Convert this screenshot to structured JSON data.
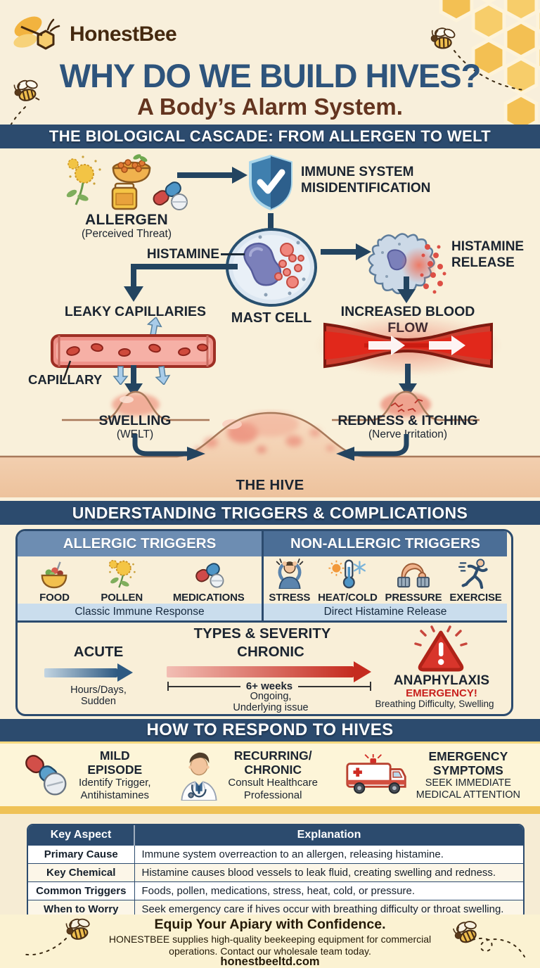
{
  "colors": {
    "banner_navy": "#2c4b6e",
    "title_blue": "#2e547c",
    "subtitle_brown": "#63341f",
    "brand_brown": "#45290f",
    "accent_gold": "#efc257",
    "emergency_red": "#c8201d",
    "background_cream": "#f8efdb"
  },
  "brand": {
    "name": "HonestBee"
  },
  "header": {
    "title": "WHY DO WE BUILD HIVES?",
    "subtitle": "A Body’s Alarm System."
  },
  "banners": {
    "cascade": "THE BIOLOGICAL CASCADE: FROM ALLERGEN TO WELT",
    "triggers": "UNDERSTANDING TRIGGERS & COMPLICATIONS",
    "respond": "HOW TO RESPOND TO HIVES"
  },
  "cascade": {
    "allergen_label": "ALLERGEN",
    "allergen_sub": "(Perceived Threat)",
    "immune_label": "IMMUNE SYSTEM\nMISIDENTIFICATION",
    "histamine_label": "HISTAMINE",
    "mast_cell_label": "MAST CELL",
    "release_label": "HISTAMINE\nRELEASE",
    "leaky_label": "LEAKY CAPILLARIES",
    "blood_flow_label": "INCREASED BLOOD FLOW",
    "capillary_label": "CAPILLARY",
    "swelling_label": "SWELLING",
    "swelling_sub": "(WELT)",
    "redness_label": "REDNESS & ITCHING",
    "redness_sub": "(Nerve Irritation)",
    "hive_label": "THE HIVE"
  },
  "triggers": {
    "allergic": {
      "title": "ALLERGIC TRIGGERS",
      "items": [
        {
          "label": "FOOD",
          "icon": "food-bowl-icon"
        },
        {
          "label": "POLLEN",
          "icon": "pollen-flower-icon"
        },
        {
          "label": "MEDICATIONS",
          "icon": "medication-capsule-icon"
        }
      ],
      "footer": "Classic Immune Response"
    },
    "non_allergic": {
      "title": "NON-ALLERGIC TRIGGERS",
      "items": [
        {
          "label": "STRESS",
          "icon": "stress-person-icon"
        },
        {
          "label": "HEAT/COLD",
          "icon": "thermometer-icon"
        },
        {
          "label": "PRESSURE",
          "icon": "pressure-arm-icon"
        },
        {
          "label": "EXERCISE",
          "icon": "runner-icon"
        }
      ],
      "footer": "Direct Histamine Release"
    }
  },
  "severity": {
    "title": "TYPES & SEVERITY",
    "acute": {
      "label": "ACUTE",
      "sub": "Hours/Days,\nSudden"
    },
    "chronic": {
      "label": "CHRONIC",
      "duration": "6+ weeks",
      "sub": "Ongoing,\nUnderlying issue"
    },
    "anaphylaxis": {
      "label": "ANAPHYLAXIS",
      "alert": "EMERGENCY!",
      "sub": "Breathing Difficulty, Swelling"
    }
  },
  "respond": {
    "items": [
      {
        "title": "MILD\nEPISODE",
        "desc": "Identify Trigger,\nAntihistamines",
        "icon": "pills-icon"
      },
      {
        "title": "RECURRING/\nCHRONIC",
        "desc": "Consult Healthcare\nProfessional",
        "icon": "doctor-icon"
      },
      {
        "title": "EMERGENCY\nSYMPTOMS",
        "desc": "SEEK IMMEDIATE\nMEDICAL ATTENTION",
        "icon": "ambulance-icon"
      }
    ]
  },
  "table": {
    "headers": [
      "Key Aspect",
      "Explanation"
    ],
    "rows": [
      {
        "aspect": "Primary Cause",
        "explanation": "Immune system overreaction to an allergen, releasing histamine."
      },
      {
        "aspect": "Key Chemical",
        "explanation": "Histamine causes blood vessels to leak fluid, creating swelling and redness."
      },
      {
        "aspect": "Common Triggers",
        "explanation": "Foods, pollen, medications, stress, heat, cold, or pressure."
      },
      {
        "aspect": "When to Worry",
        "explanation": "Seek emergency care if hives occur with breathing difficulty or throat swelling."
      }
    ]
  },
  "footer": {
    "title": "Equip Your Apiary with Confidence.",
    "body": "HONESTBEE supplies high-quality beekeeping equipment for commercial\noperations. Contact our wholesale team today.",
    "website": "honestbeeltd.com"
  }
}
